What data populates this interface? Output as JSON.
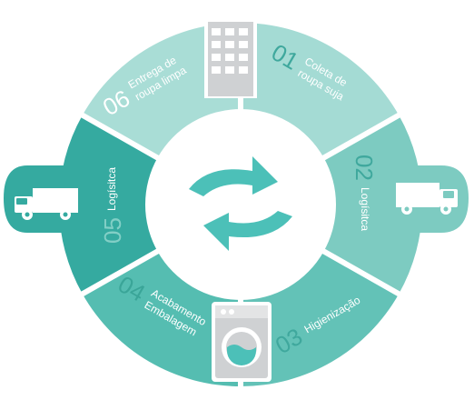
{
  "colors": {
    "segment_06": "#a9ddd6",
    "segment_01": "#a4dbd4",
    "segment_02": "#7dcbc1",
    "segment_03": "#63c2b7",
    "segment_04": "#55bdb1",
    "segment_05": "#35aaa0",
    "cycle_arrows": "#4cc0b8",
    "background": "#ffffff",
    "icon_gray": "#cfd1d3"
  },
  "steps": [
    {
      "id": "01",
      "number": "01",
      "line1": "Coleta de",
      "line2": "roupa suja"
    },
    {
      "id": "02",
      "number": "02",
      "line1": "Logísitca",
      "line2": ""
    },
    {
      "id": "03",
      "number": "03",
      "line1": "Higienização",
      "line2": ""
    },
    {
      "id": "04",
      "number": "04",
      "line1": "Acabamento",
      "line2": "Embalagem"
    },
    {
      "id": "05",
      "number": "05",
      "line1": "Logísitca",
      "line2": ""
    },
    {
      "id": "06",
      "number": "06",
      "line1": "Entrega de",
      "line2": "roupa limpa"
    }
  ],
  "icons": {
    "center": "cycle-arrows-icon",
    "top": "building-icon",
    "left": "truck-icon",
    "right": "truck-icon",
    "bottom": "washing-machine-icon"
  }
}
